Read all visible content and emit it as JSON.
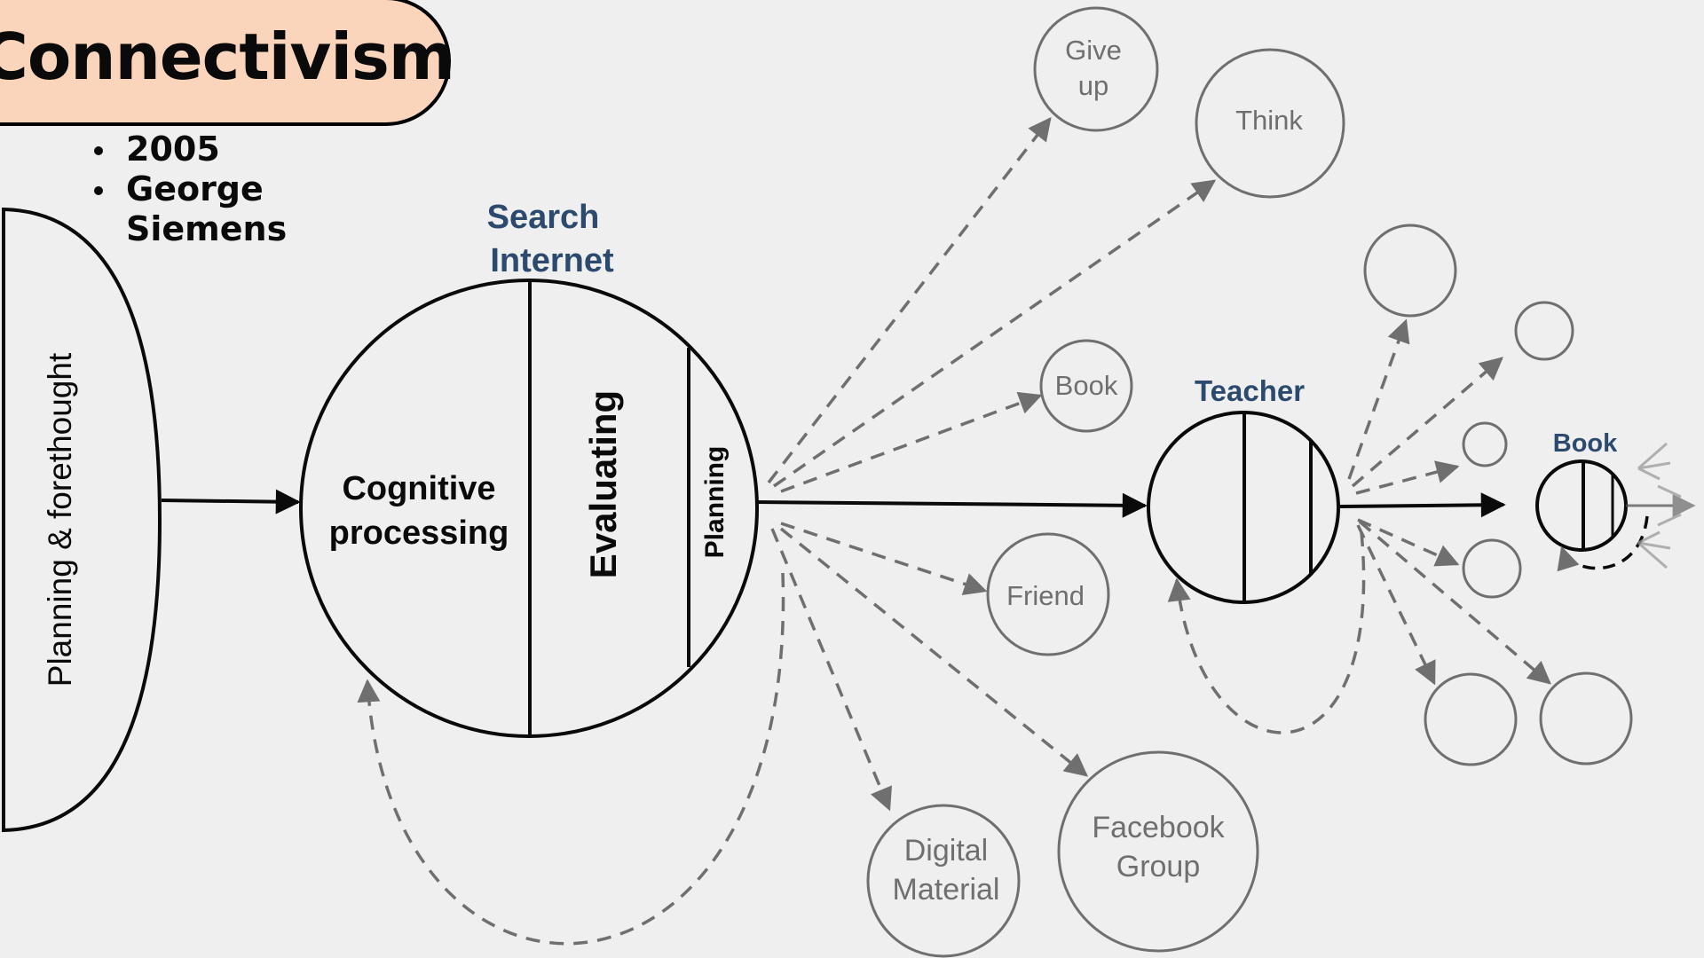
{
  "title": "Connectivism",
  "bullets": [
    {
      "text": "2005"
    },
    {
      "text": "George Siemens"
    }
  ],
  "nodes": {
    "planning_forethought": "Planning & forethought",
    "search_internet": [
      "Search",
      "Internet"
    ],
    "cognitive_processing": [
      "Cognitive",
      "processing"
    ],
    "evaluating": "Evaluating",
    "planning": "Planning",
    "give_up": [
      "Give",
      "up"
    ],
    "think": "Think",
    "book_1": "Book",
    "friend": "Friend",
    "digital_material": [
      "Digital",
      "Material"
    ],
    "facebook_group": [
      "Facebook",
      "Group"
    ],
    "teacher": "Teacher",
    "book_2": "Book"
  },
  "colors": {
    "background": "#efefef",
    "title_fill": "#fbd5bb",
    "label_blue": "#2b4a6e",
    "dashed": "#6f6f6f",
    "outline": "#0a0a0a"
  }
}
